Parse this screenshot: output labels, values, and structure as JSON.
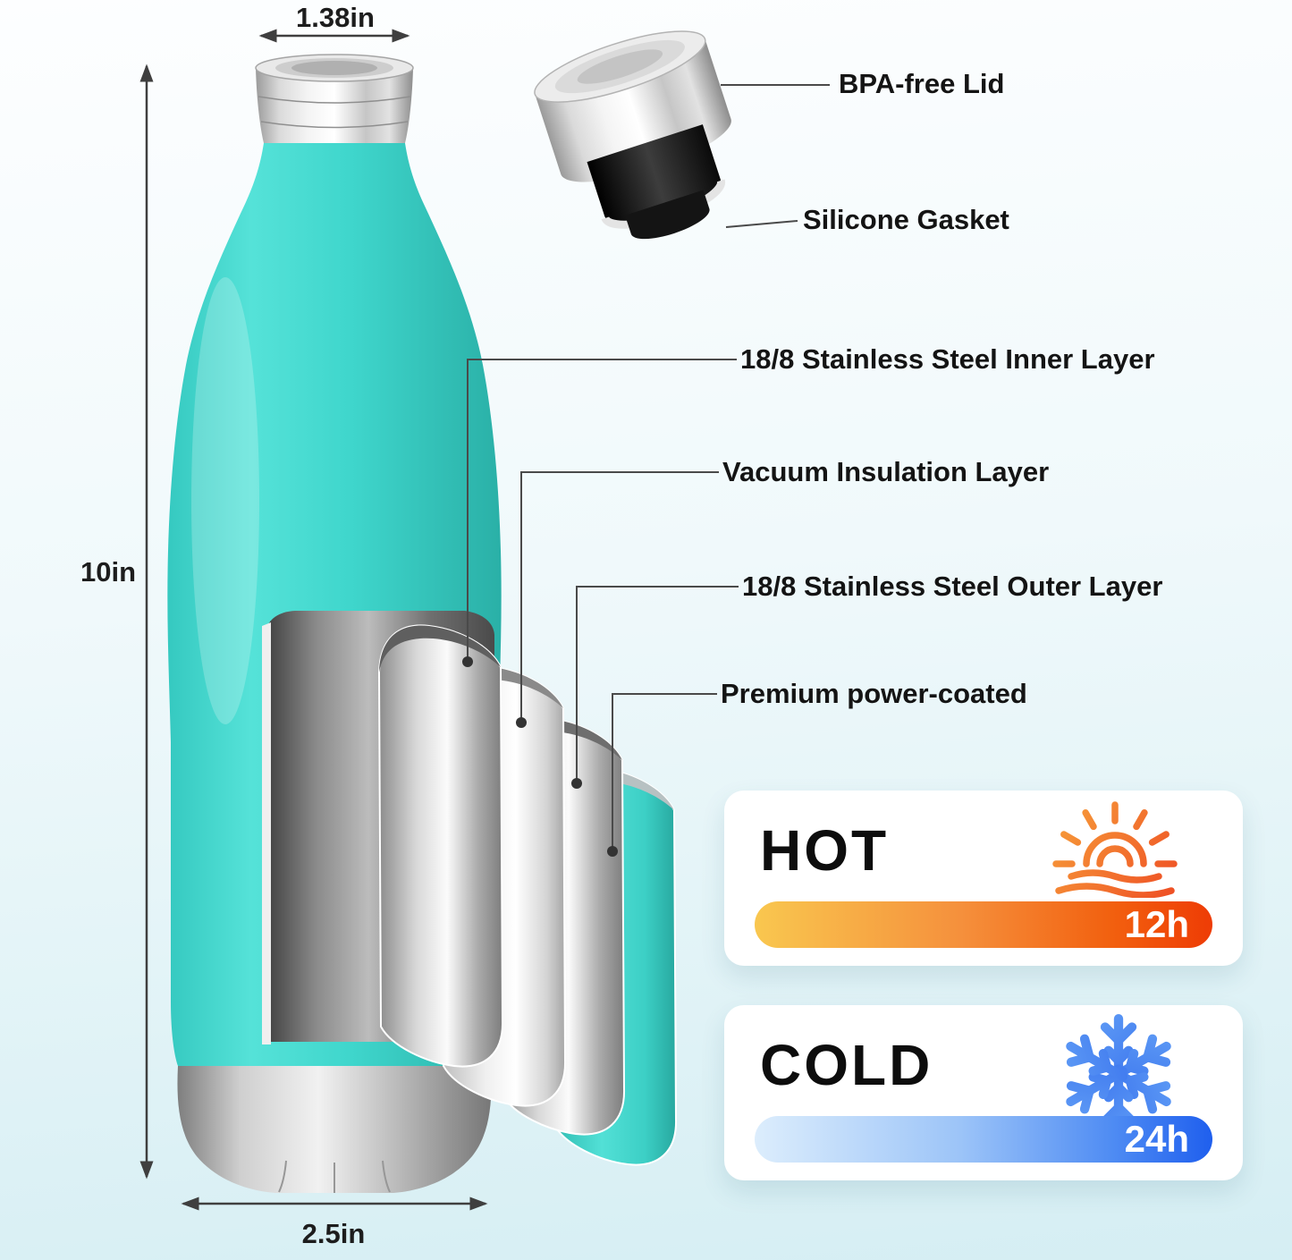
{
  "dimensions": {
    "mouth_width": "1.38in",
    "height": "10in",
    "base_width": "2.5in"
  },
  "lid": {
    "bpa_label": "BPA-free Lid",
    "gasket_label": "Silicone Gasket"
  },
  "layers": [
    "18/8 Stainless Steel Inner Layer",
    "Vacuum Insulation Layer",
    "18/8 Stainless Steel Outer Layer",
    "Premium power-coated"
  ],
  "thermal": {
    "hot": {
      "label": "HOT",
      "duration": "12h"
    },
    "cold": {
      "label": "COLD",
      "duration": "24h"
    }
  },
  "icons": {
    "hot": "sunrise-icon",
    "cold": "snowflake-icon"
  },
  "colors": {
    "bottle_teal": "#3fd6cc",
    "hot_gradient_start": "#f9c74f",
    "hot_gradient_end": "#ee3c05",
    "cold_gradient_start": "#dcedfc",
    "cold_gradient_end": "#1f5fee",
    "background_tint": "#d5eef3"
  }
}
